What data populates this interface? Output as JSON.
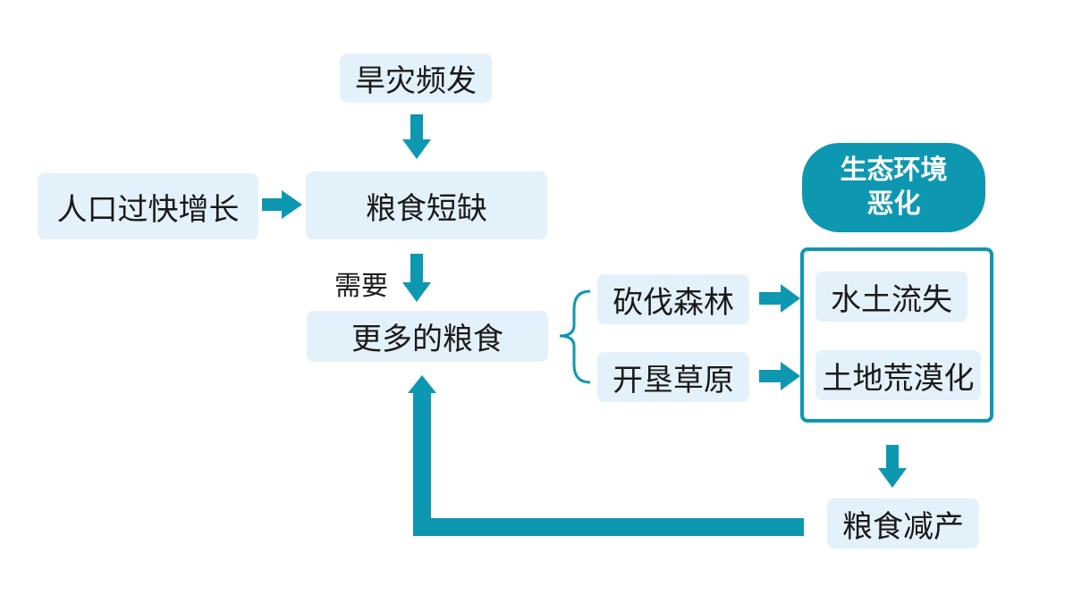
{
  "nodes": {
    "drought": "旱灾频发",
    "population": "人口过快增长",
    "food_shortage": "粮食短缺",
    "more_food": "更多的粮食",
    "deforestation": "砍伐森林",
    "reclaim_grassland": "开垦草原",
    "soil_erosion": "水土流失",
    "desertification": "土地荒漠化",
    "food_decrease": "粮食减产"
  },
  "edge_labels": {
    "need": "需要"
  },
  "header_pill": {
    "line1": "生态环境",
    "line2": "恶化"
  },
  "colors": {
    "accent": "#0e97b1",
    "box_fill": "#e3f1fb",
    "text": "#1a1a1a"
  }
}
